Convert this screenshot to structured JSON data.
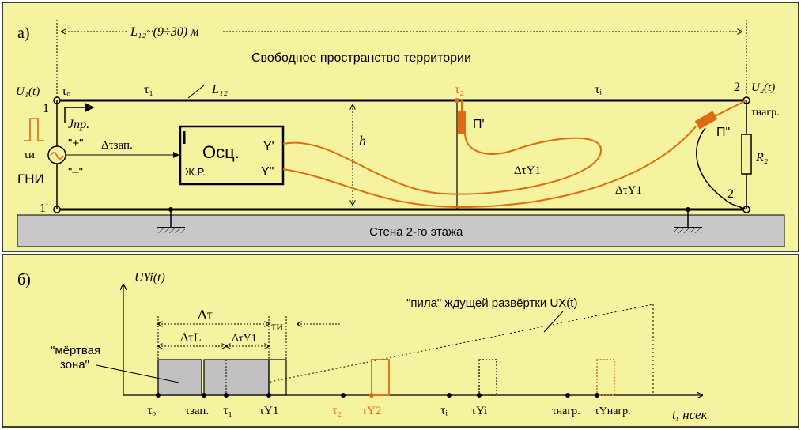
{
  "colors": {
    "panel_bg": "#f5f2a0",
    "wall": "#c8c8c8",
    "accent": "#e06a10",
    "gray_box": "#c0c0c0"
  },
  "panel_a": {
    "label": "а)",
    "length_label": "L₁₂~(9÷30) м",
    "title": "Свободное пространство территории",
    "wall_label": "Стена 2-го этажа",
    "u1": "U₁(t)",
    "u2": "U₂(t)",
    "tau_o": "τₒ",
    "tau_1": "τ₁",
    "l12": "L₁₂",
    "tau_2": "τ₂",
    "tau_i": "τᵢ",
    "node_2": "2",
    "tau_load": "τнагр.",
    "node_1": "1",
    "node_1p": "1'",
    "node_2p": "2'",
    "j_label": "Jпр.",
    "tau_pulse": "τи",
    "plus": "\"+\"",
    "minus": "\"–\"",
    "gen": "ГНИ",
    "delay": "Δτзап.",
    "osc": "Осц.",
    "osc_sub": "Ж.Р.",
    "y1": "Y'",
    "y2": "Y\"",
    "h": "h",
    "probe1": "П'",
    "probe2": "П\"",
    "r2": "R₂",
    "dty1": "ΔτY1",
    "dty2": "ΔτY1"
  },
  "panel_b": {
    "label": "б)",
    "y_axis": "UYi(t)",
    "x_axis": "t, нсек",
    "sweep": "\"пила\" ждущей развёртки UX(t)",
    "dead_zone_1": "\"мёртвая",
    "dead_zone_2": "зона\"",
    "dt": "Δτ",
    "dtl": "ΔτL",
    "dty1": "ΔτY1",
    "tau_pulse": "τи",
    "ticks": [
      "τₒ",
      "τзап.",
      "τ₁",
      "τY1",
      "τ₂",
      "τY2",
      "τᵢ",
      "τYi",
      "τнагр.",
      "τYнагр."
    ]
  }
}
